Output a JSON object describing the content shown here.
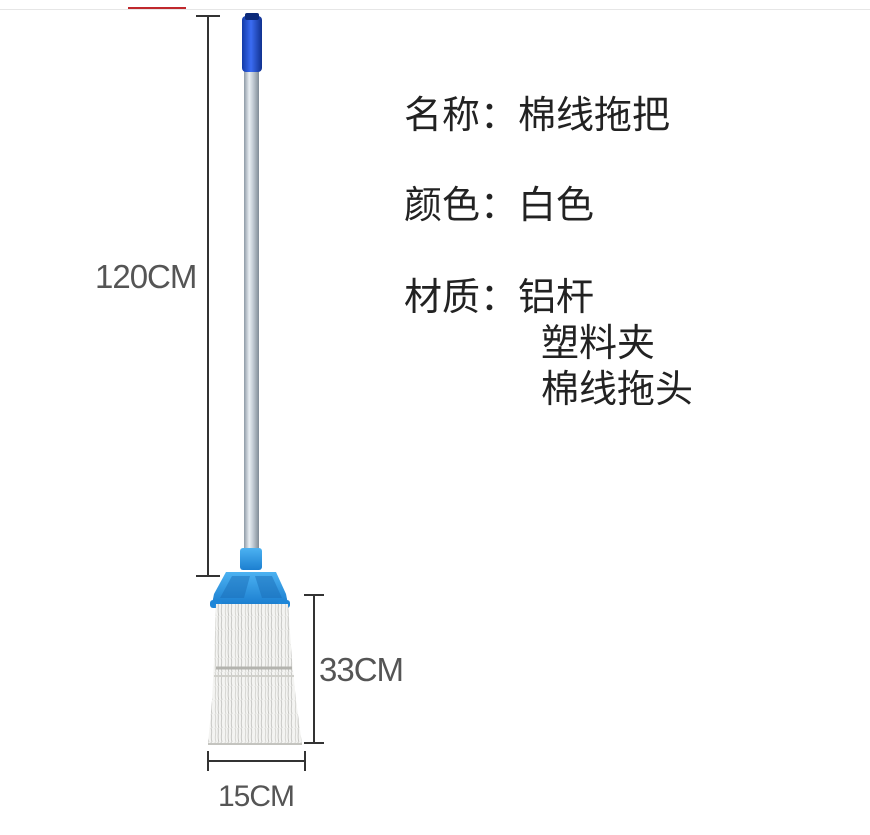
{
  "colors": {
    "accent": "#c0282d",
    "handle_grip": "#1f4fd6",
    "clip": "#2f9be6",
    "pole": "#b9c3cd",
    "dimension_lines": "#333333"
  },
  "dimensions": {
    "pole_length": "120CM",
    "head_length": "33CM",
    "head_width": "15CM"
  },
  "specs": {
    "name_label": "名称：",
    "name_value": "棉线拖把",
    "color_label": "颜色：",
    "color_value": "白色",
    "material_label": "材质：",
    "material_values": [
      "铝杆",
      "塑料夹",
      "棉线拖头"
    ]
  }
}
